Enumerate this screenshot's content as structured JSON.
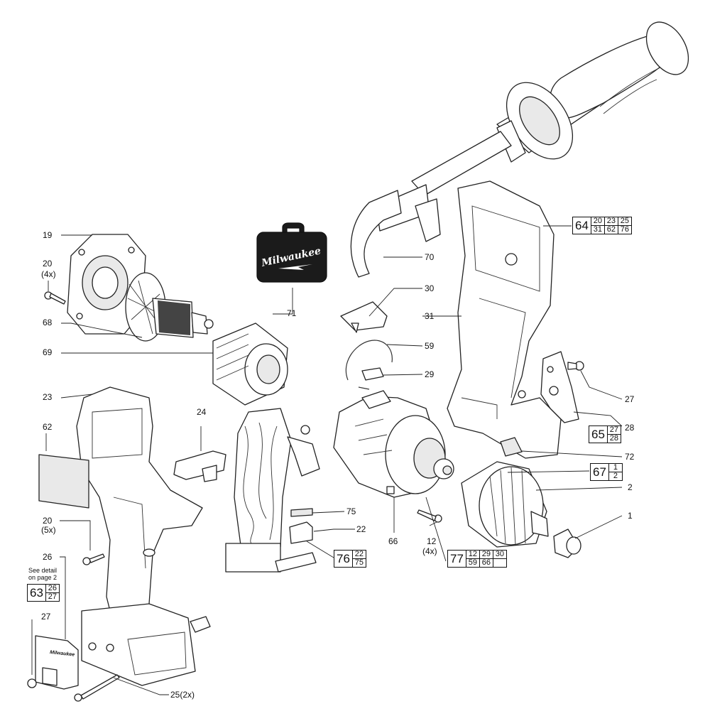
{
  "brand": {
    "logo_text": "Milwaukee"
  },
  "callouts": {
    "c19": "19",
    "c20a": "20",
    "c20a_qty": "(4x)",
    "c68": "68",
    "c69": "69",
    "c23": "23",
    "c62": "62",
    "c24": "24",
    "c20b": "20",
    "c20b_qty": "(5x)",
    "c26": "26",
    "c27a": "27",
    "c25": "25(2x)",
    "c71": "71",
    "c70": "70",
    "c30": "30",
    "c31": "31",
    "c59": "59",
    "c29": "29",
    "c27b": "27",
    "c28": "28",
    "c72": "72",
    "c2": "2",
    "c1": "1",
    "c75": "75",
    "c22": "22",
    "c66": "66",
    "c12": "12",
    "c12_qty": "(4x)"
  },
  "note_63": {
    "line1": "See detail",
    "line2": "on page 2"
  },
  "kits": {
    "k64": {
      "main": "64",
      "items": [
        "20",
        "23",
        "25",
        "31",
        "62",
        "76"
      ],
      "cols": 3
    },
    "k65": {
      "main": "65",
      "items": [
        "27",
        "28"
      ],
      "cols": 1
    },
    "k67": {
      "main": "67",
      "items": [
        "1",
        "2"
      ],
      "cols": 1
    },
    "k76": {
      "main": "76",
      "items": [
        "22",
        "75"
      ],
      "cols": 1
    },
    "k77": {
      "main": "77",
      "items": [
        "12",
        "29",
        "30",
        "59",
        "66",
        ""
      ],
      "cols": 3
    },
    "k63": {
      "main": "63",
      "items": [
        "26",
        "27"
      ],
      "cols": 1
    }
  }
}
